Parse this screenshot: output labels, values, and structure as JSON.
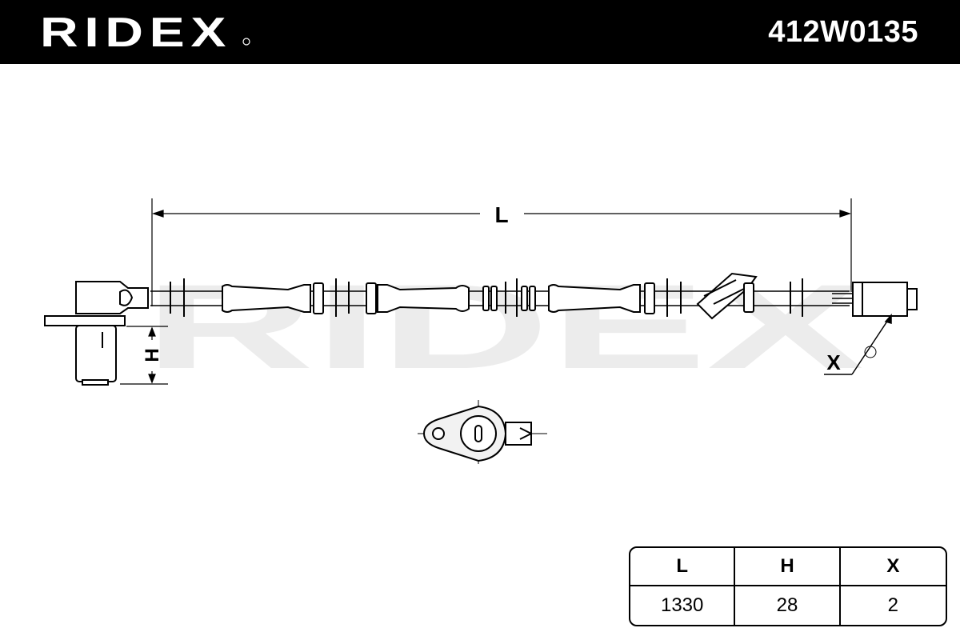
{
  "header": {
    "brand": "RIDEX",
    "part_number": "412W0135"
  },
  "drawing": {
    "labels": {
      "length": "L",
      "height": "H",
      "connector": "X"
    },
    "watermark": "RIDEX"
  },
  "dimensions_table": {
    "headers": [
      "L",
      "H",
      "X"
    ],
    "values": [
      "1330",
      "28",
      "2"
    ]
  },
  "colors": {
    "header_bg": "#000000",
    "header_text": "#ffffff",
    "line": "#000000",
    "watermark": "#e6e6e6"
  }
}
